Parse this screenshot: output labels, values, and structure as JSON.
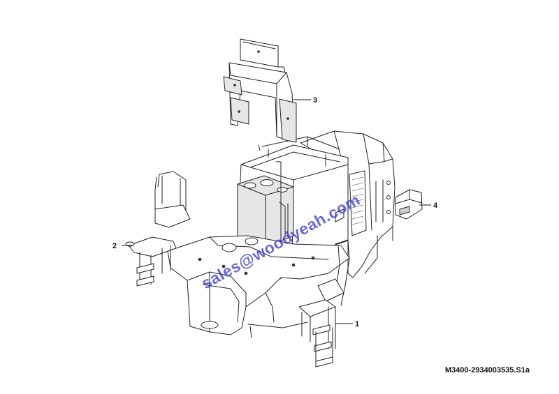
{
  "figure": {
    "drawing_id": "M3400-2934003535.S1a",
    "callouts": [
      {
        "id": "callout-1",
        "label": "1"
      },
      {
        "id": "callout-2",
        "label": "2"
      },
      {
        "id": "callout-3",
        "label": "3"
      },
      {
        "id": "callout-4",
        "label": "4"
      }
    ]
  },
  "watermark": {
    "text": "sales@woodyeah.com",
    "color": "#3d3dd8"
  }
}
